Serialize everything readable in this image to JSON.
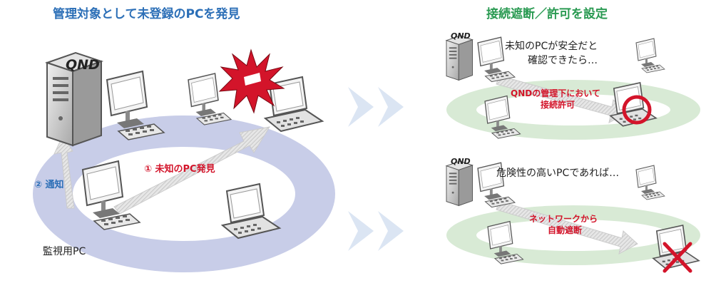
{
  "left_panel": {
    "title": "管理対象として未登録のPCを発見",
    "server_brand": "QND",
    "step1_label": "① 未知のPC発見",
    "step2_label": "② 通知",
    "monitor_label": "監視用PC"
  },
  "right_panel": {
    "title": "接続遮断／許可を設定",
    "top_case": {
      "server_brand": "QND",
      "condition_line1": "未知のPCが安全だと",
      "condition_line2": "確認できたら…",
      "action_line1": "QNDの管理下において",
      "action_line2": "接続許可",
      "result_mark": "circle"
    },
    "bottom_case": {
      "server_brand": "QND",
      "condition_line1": "危険性の高いPCであれば…",
      "action_line1": "ネットワークから",
      "action_line2": "自動遮断",
      "result_mark": "cross"
    }
  },
  "colors": {
    "left_title": "#2c6fb7",
    "right_title": "#2a9a52",
    "alert_red": "#d3142a",
    "left_ellipse": "#c8cde8",
    "right_ellipse": "#d8ead5",
    "chevron": "#dbe5f3"
  }
}
